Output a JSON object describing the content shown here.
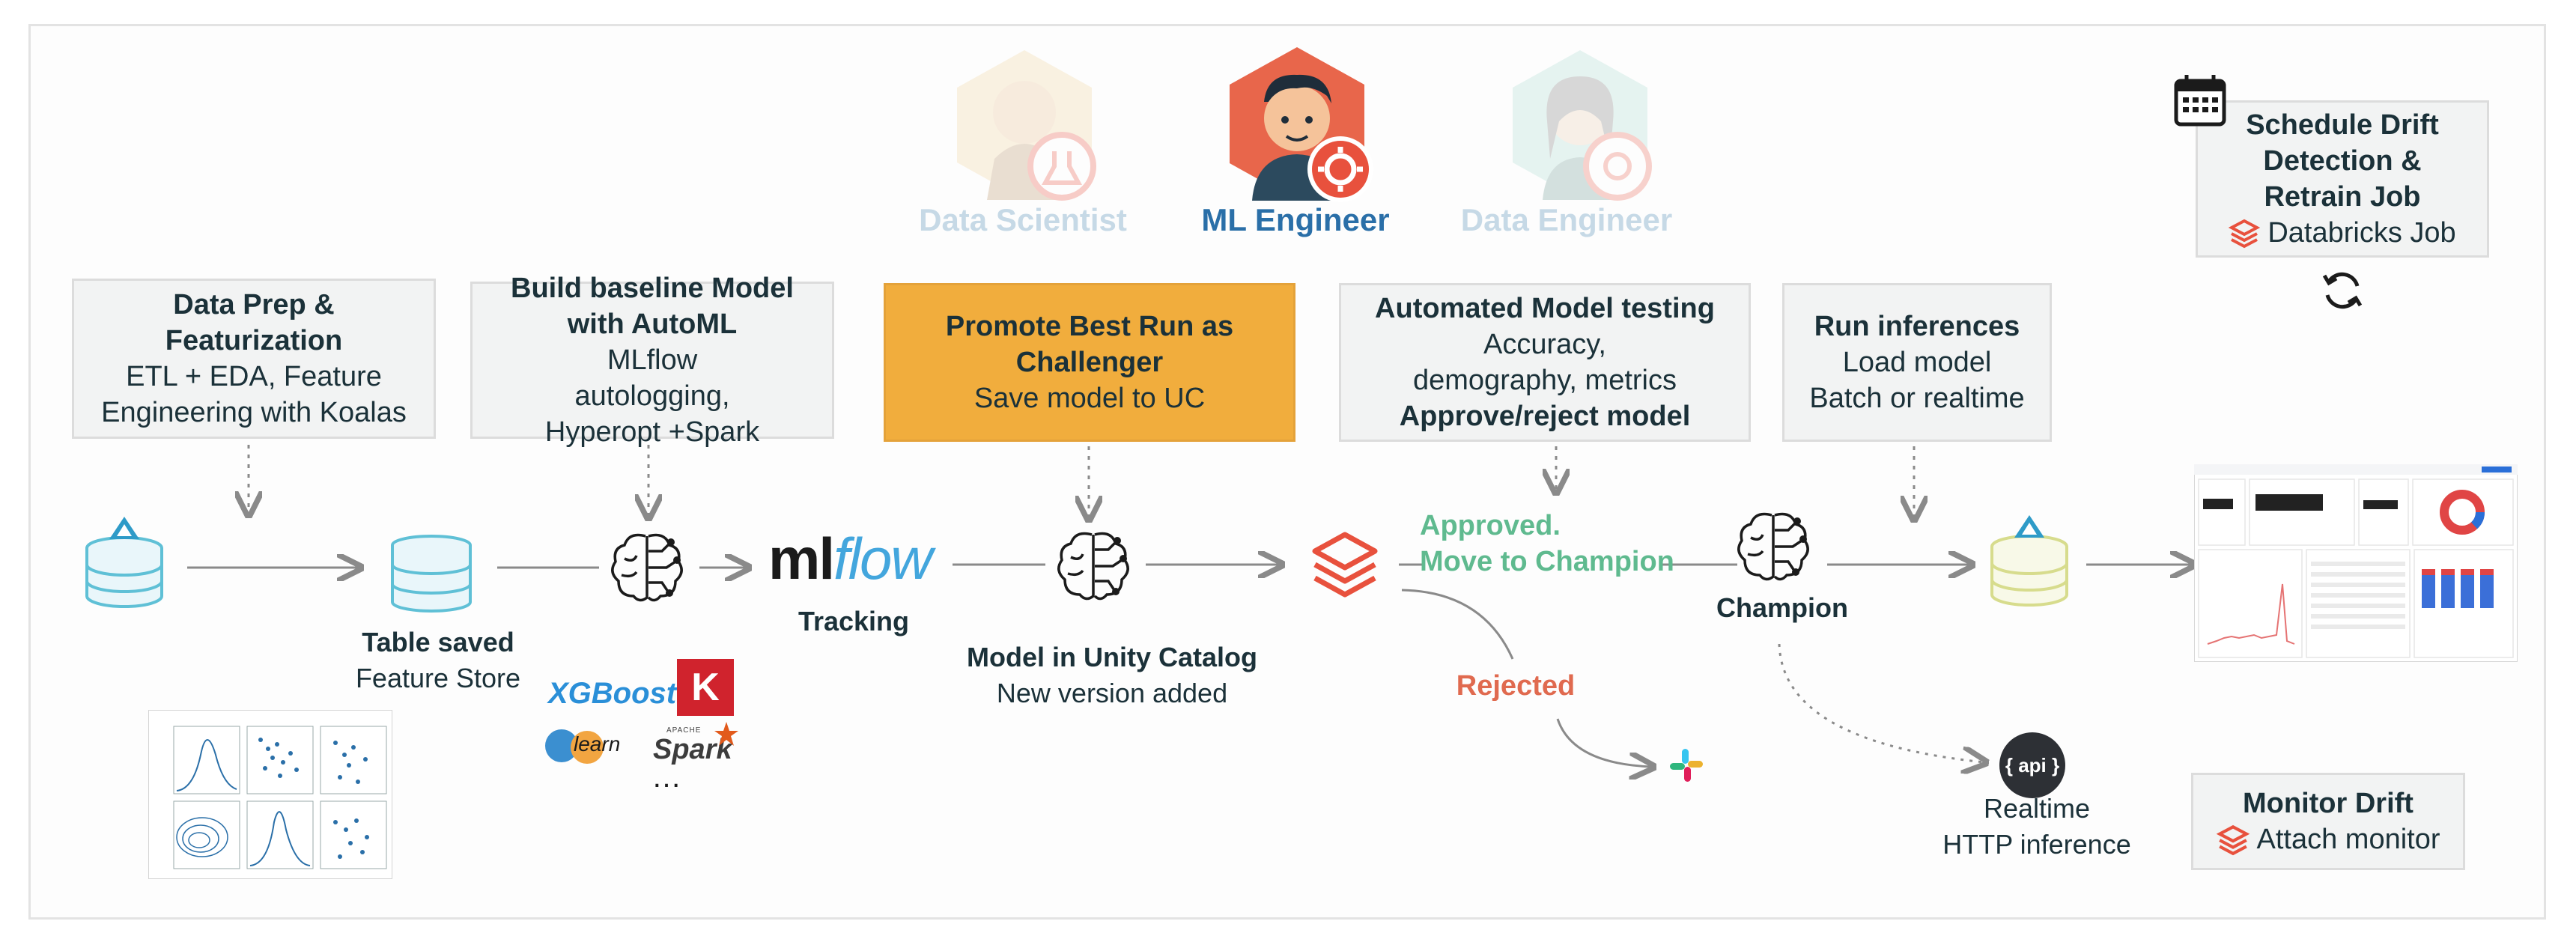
{
  "personas": [
    {
      "label": "Data Scientist",
      "state": "inactive"
    },
    {
      "label": "ML Engineer",
      "state": "active"
    },
    {
      "label": "Data Engineer",
      "state": "inactive"
    }
  ],
  "steps": {
    "data_prep": {
      "title": "Data Prep & Featurization",
      "detail": "ETL + EDA, Feature Engineering with Koalas"
    },
    "automl": {
      "title": "Build baseline Model with AutoML",
      "detail": "MLflow autologging, Hyperopt +Spark"
    },
    "promote": {
      "title": "Promote Best Run as Challenger",
      "detail": "Save model to UC"
    },
    "testing": {
      "title": "Automated Model testing",
      "detail": "Accuracy, demography, metrics",
      "action": "Approve/reject model"
    },
    "inference": {
      "title": "Run inferences",
      "detail1": "Load model",
      "detail2": "Batch or realtime"
    },
    "schedule": {
      "title": "Schedule Drift Detection & Retrain Job",
      "detail": "Databricks Job"
    },
    "monitor": {
      "title": "Monitor Drift",
      "detail": "Attach monitor"
    }
  },
  "nodes": {
    "table_saved": {
      "title": "Table saved",
      "detail": "Feature Store"
    },
    "tracking": {
      "logo": "mlflow",
      "label": "Tracking"
    },
    "unity_catalog": {
      "title": "Model in Unity Catalog",
      "detail": "New version added"
    },
    "approved": {
      "line1": "Approved.",
      "line2": "Move to Champion"
    },
    "rejected": "Rejected",
    "champion": "Champion",
    "realtime": {
      "api": "{ api }",
      "line1": "Realtime",
      "line2": "HTTP inference"
    }
  },
  "libraries": [
    "XGBoost",
    "K",
    "learn",
    "Spark",
    "APACHE",
    "…"
  ],
  "icons": [
    "delta-table-icon",
    "database-icon",
    "brain-icon",
    "databricks-icon",
    "slack-icon",
    "calendar-icon",
    "refresh-icon",
    "api-icon"
  ],
  "colors": {
    "ml_engineer": "#2a6fa8",
    "inactive_persona": "#c6d9e6",
    "promote_box": "#f1ad3d",
    "approved": "#5fba8f",
    "rejected": "#e06a4f",
    "databricks": "#e8513d",
    "delta": "#2e9bc8",
    "table_cyan": "#5fc0d6",
    "table_yellow": "#d7dc8d",
    "arrow": "#8a8a8a"
  }
}
